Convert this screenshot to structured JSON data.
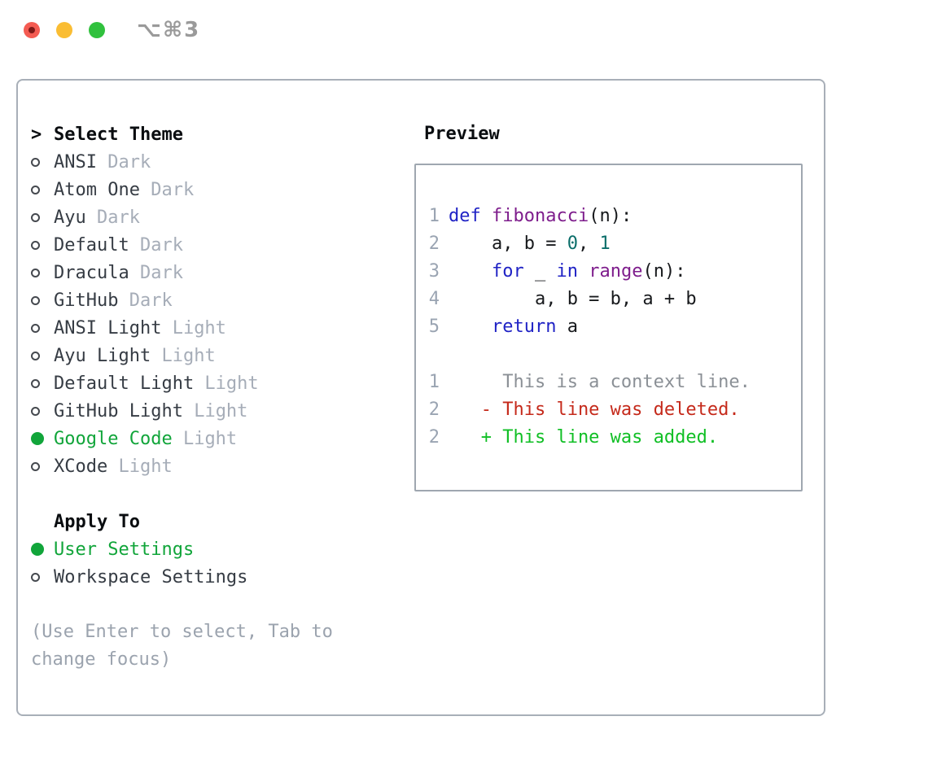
{
  "window": {
    "title": "⌥⌘3",
    "traffic_lights": [
      {
        "name": "close",
        "color": "#f45b52",
        "inner_dot": "#7e1917"
      },
      {
        "name": "minimize",
        "color": "#fabd33"
      },
      {
        "name": "zoom",
        "color": "#30c13d"
      }
    ]
  },
  "theme_panel": {
    "header_prefix": ">",
    "header": "Select Theme",
    "items": [
      {
        "name": "ANSI",
        "variant": "Dark",
        "selected": false
      },
      {
        "name": "Atom One",
        "variant": "Dark",
        "selected": false
      },
      {
        "name": "Ayu",
        "variant": "Dark",
        "selected": false
      },
      {
        "name": "Default",
        "variant": "Dark",
        "selected": false
      },
      {
        "name": "Dracula",
        "variant": "Dark",
        "selected": false
      },
      {
        "name": "GitHub",
        "variant": "Dark",
        "selected": false
      },
      {
        "name": "ANSI Light",
        "variant": "Light",
        "selected": false
      },
      {
        "name": "Ayu Light",
        "variant": "Light",
        "selected": false
      },
      {
        "name": "Default Light",
        "variant": "Light",
        "selected": false
      },
      {
        "name": "GitHub Light",
        "variant": "Light",
        "selected": false
      },
      {
        "name": "Google Code",
        "variant": "Light",
        "selected": true
      },
      {
        "name": "XCode",
        "variant": "Light",
        "selected": false
      }
    ]
  },
  "apply_to": {
    "header": "Apply To",
    "items": [
      {
        "label": "User Settings",
        "selected": true
      },
      {
        "label": "Workspace Settings",
        "selected": false
      }
    ]
  },
  "hint": "(Use Enter to select, Tab to change focus)",
  "preview": {
    "header": "Preview",
    "lines": [
      {
        "num": "1",
        "tokens": [
          {
            "text": "def ",
            "type": "keyword"
          },
          {
            "text": "fibonacci",
            "type": "function"
          },
          {
            "text": "(n):",
            "type": "plain"
          }
        ]
      },
      {
        "num": "2",
        "tokens": [
          {
            "text": "    a, b = ",
            "type": "plain"
          },
          {
            "text": "0",
            "type": "number"
          },
          {
            "text": ", ",
            "type": "plain"
          },
          {
            "text": "1",
            "type": "number"
          }
        ]
      },
      {
        "num": "3",
        "tokens": [
          {
            "text": "    ",
            "type": "plain"
          },
          {
            "text": "for",
            "type": "keyword"
          },
          {
            "text": " _ ",
            "type": "plain"
          },
          {
            "text": "in",
            "type": "keyword"
          },
          {
            "text": " ",
            "type": "plain"
          },
          {
            "text": "range",
            "type": "function"
          },
          {
            "text": "(n):",
            "type": "plain"
          }
        ]
      },
      {
        "num": "4",
        "tokens": [
          {
            "text": "        a, b = b, a + b",
            "type": "plain"
          }
        ]
      },
      {
        "num": "5",
        "tokens": [
          {
            "text": "    ",
            "type": "plain"
          },
          {
            "text": "return",
            "type": "keyword"
          },
          {
            "text": " a",
            "type": "plain"
          }
        ]
      },
      {
        "num": "",
        "tokens": []
      },
      {
        "num": "1",
        "tokens": [
          {
            "text": "     This is a context line.",
            "type": "context"
          }
        ]
      },
      {
        "num": "2",
        "tokens": [
          {
            "text": "   - This line was deleted.",
            "type": "deleted"
          }
        ]
      },
      {
        "num": "2",
        "tokens": [
          {
            "text": "   + This line was added.",
            "type": "added"
          }
        ]
      }
    ]
  },
  "colors": {
    "accent_green": "#11a53a",
    "keyword": "#2023c5",
    "function": "#7e1d8c",
    "number": "#0b6e6a",
    "plain": "#17191c",
    "context": "#8b9096",
    "deleted": "#c52a1b",
    "added": "#10bf25",
    "lineno": "#9aa4b2",
    "muted": "#a6adb8"
  }
}
